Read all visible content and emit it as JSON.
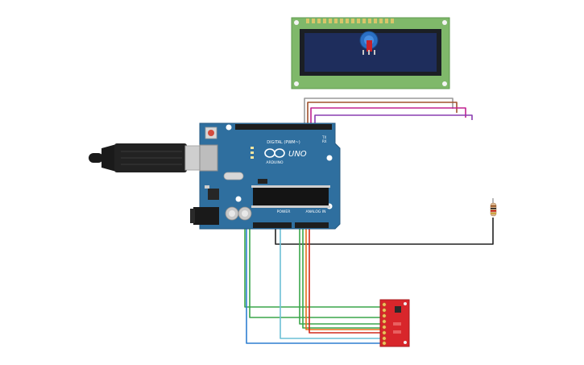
{
  "circuit": {
    "lcd": {
      "backlight_color": "#1e2d5c",
      "pcb_color": "#7fb86a",
      "potentiometer_knob_color": "#2a6fc4"
    },
    "arduino": {
      "logo_text": "UNO",
      "brand_text": "ARDUINO",
      "digital_header_label": "DIGITAL (PWM~)",
      "power_header_label": "POWER",
      "analog_header_label": "ANALOG IN",
      "tx_label": "TX",
      "rx_label": "RX",
      "board_color": "#2f6f9f"
    },
    "sensor_board": {
      "pcb_color": "#d8262b"
    },
    "resistor": {
      "body_color": "#d9b38c"
    },
    "wire_colors": {
      "gray": "#9a9a9a",
      "brown": "#a0522d",
      "magenta": "#c02090",
      "purple": "#8a3db0",
      "black": "#222222",
      "green": "#3aa64a",
      "cyan": "#6cc0d6",
      "orange": "#e8701a",
      "red": "#d12a1a",
      "blue": "#2e7ed0"
    }
  }
}
